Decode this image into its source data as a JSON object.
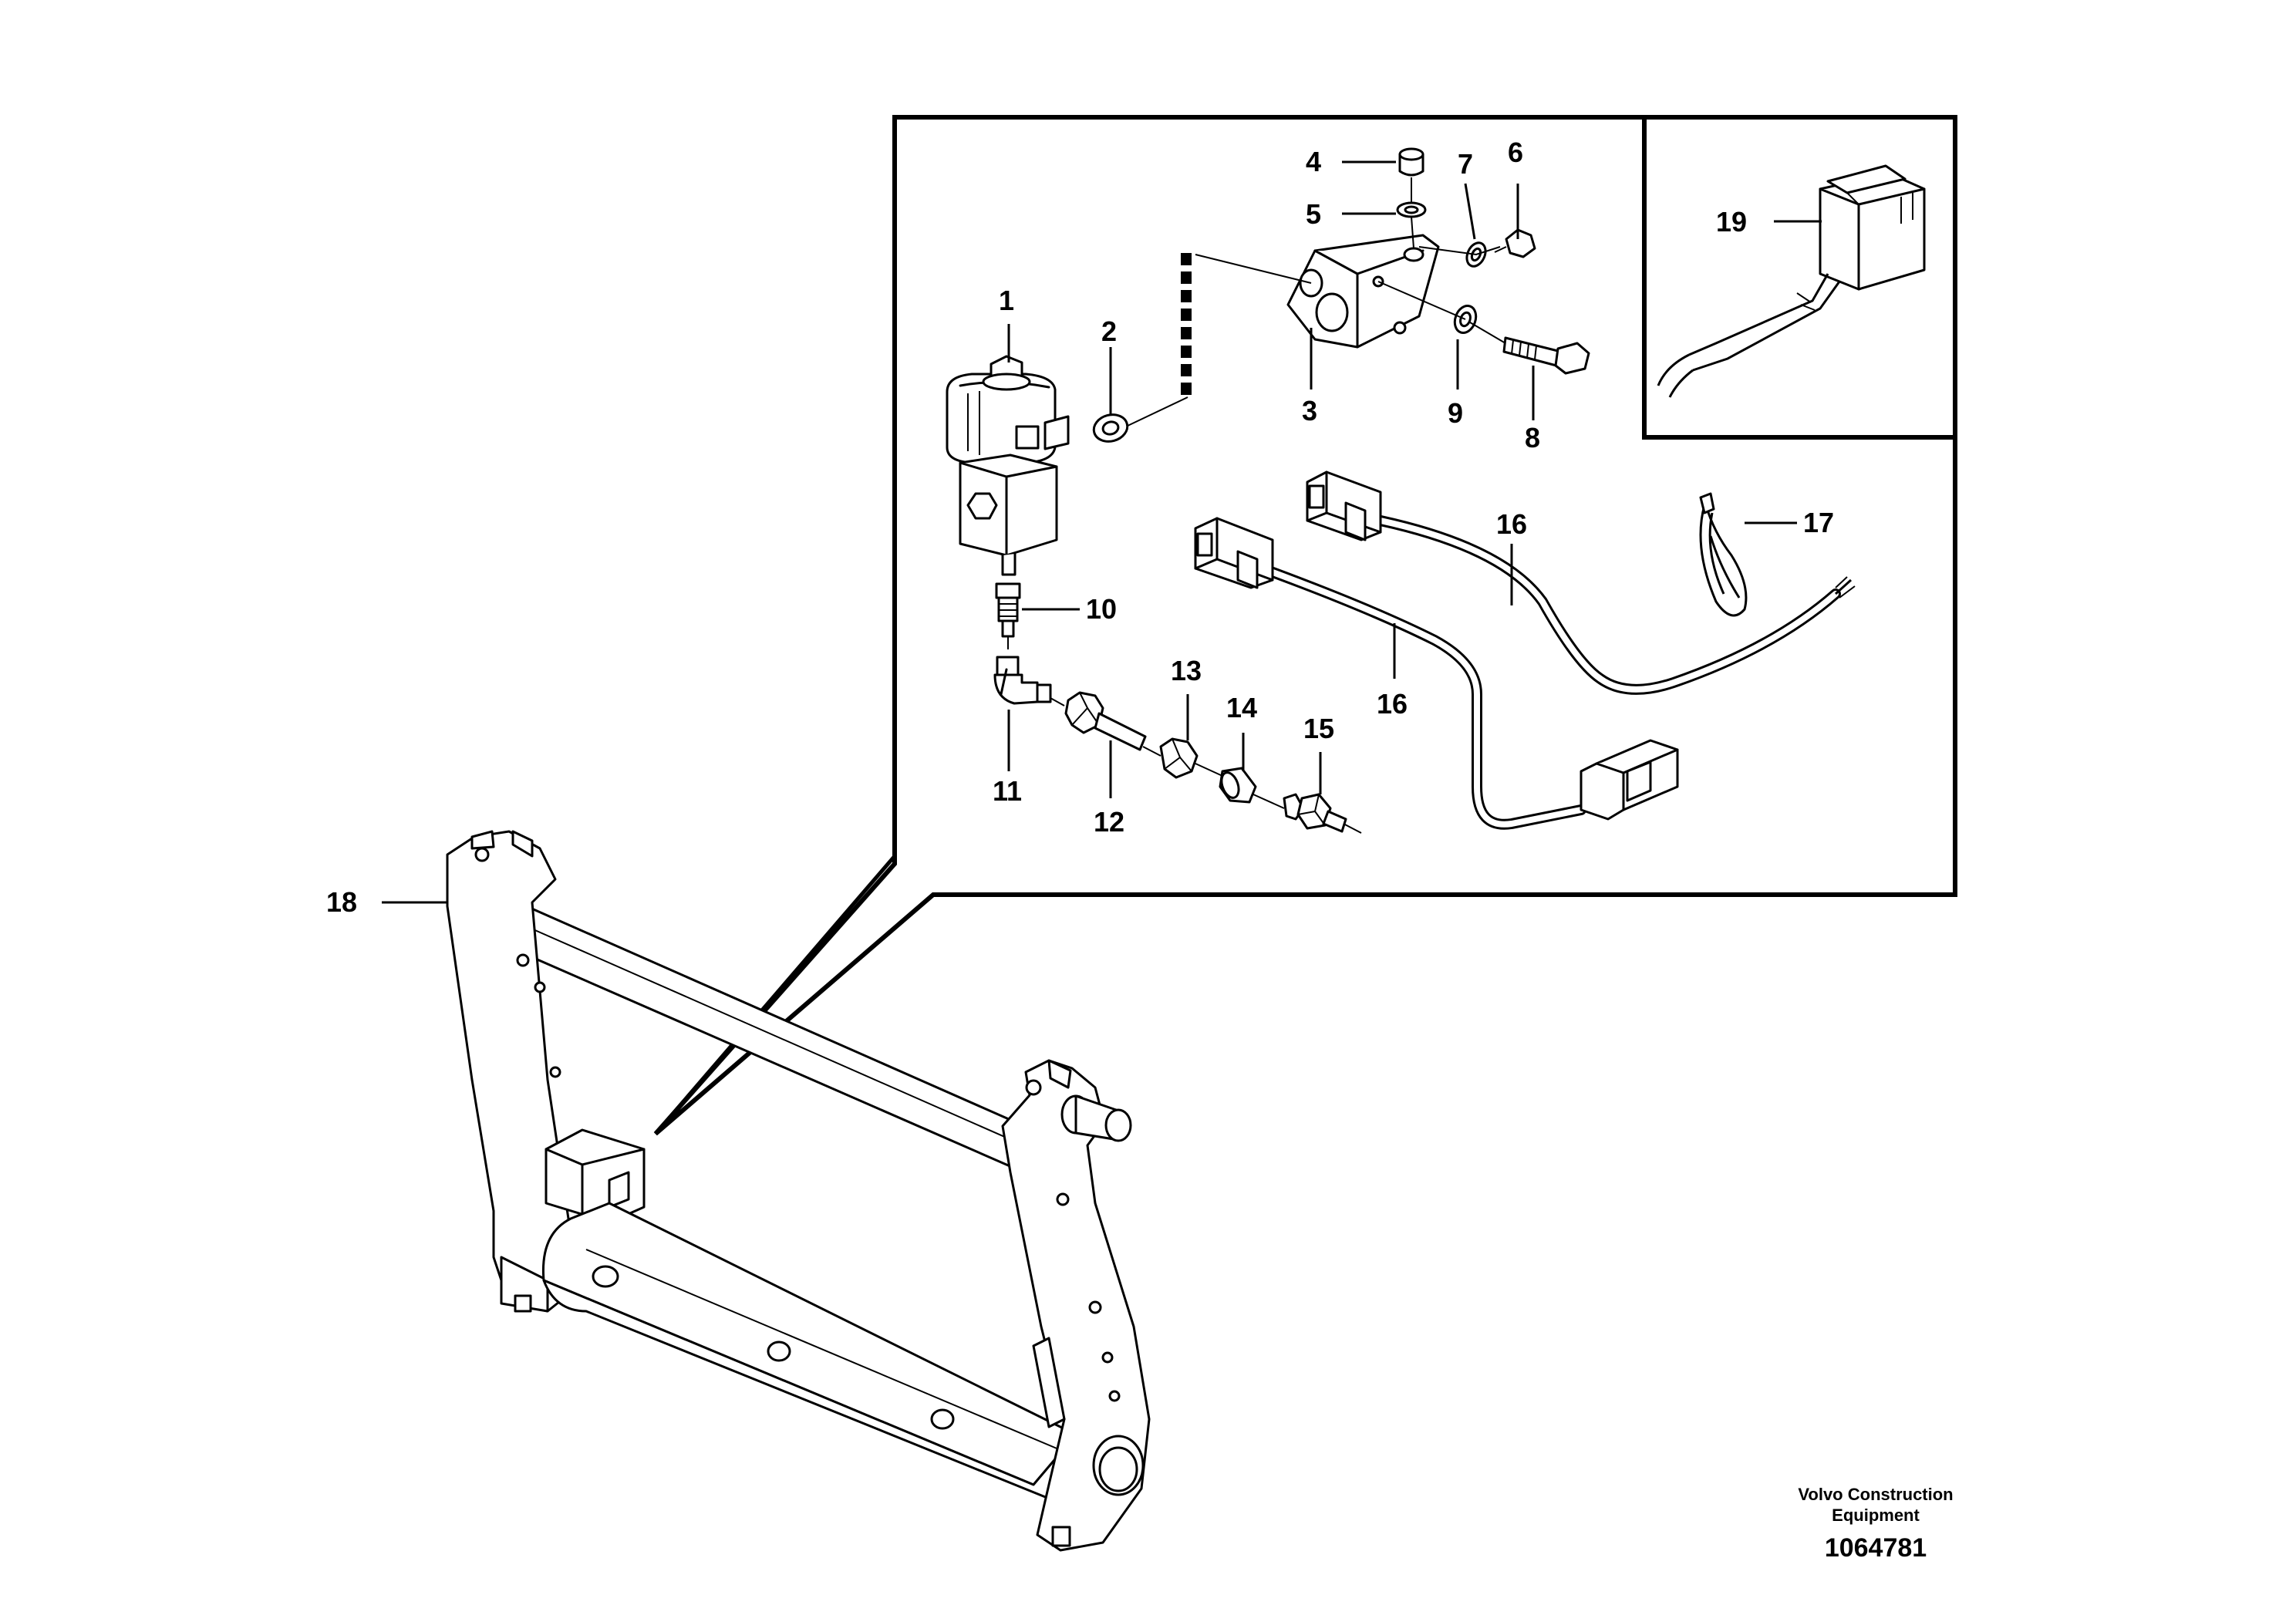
{
  "labels": {
    "p1": "1",
    "p2": "2",
    "p3": "3",
    "p4": "4",
    "p5": "5",
    "p6": "6",
    "p7": "7",
    "p8": "8",
    "p9": "9",
    "p10": "10",
    "p11": "11",
    "p12": "12",
    "p13": "13",
    "p14": "14",
    "p15": "15",
    "p16a": "16",
    "p16b": "16",
    "p17": "17",
    "p18": "18",
    "p19": "19"
  },
  "footer": {
    "company_line1": "Volvo Construction",
    "company_line2": "Equipment",
    "document_number": "1064781"
  }
}
